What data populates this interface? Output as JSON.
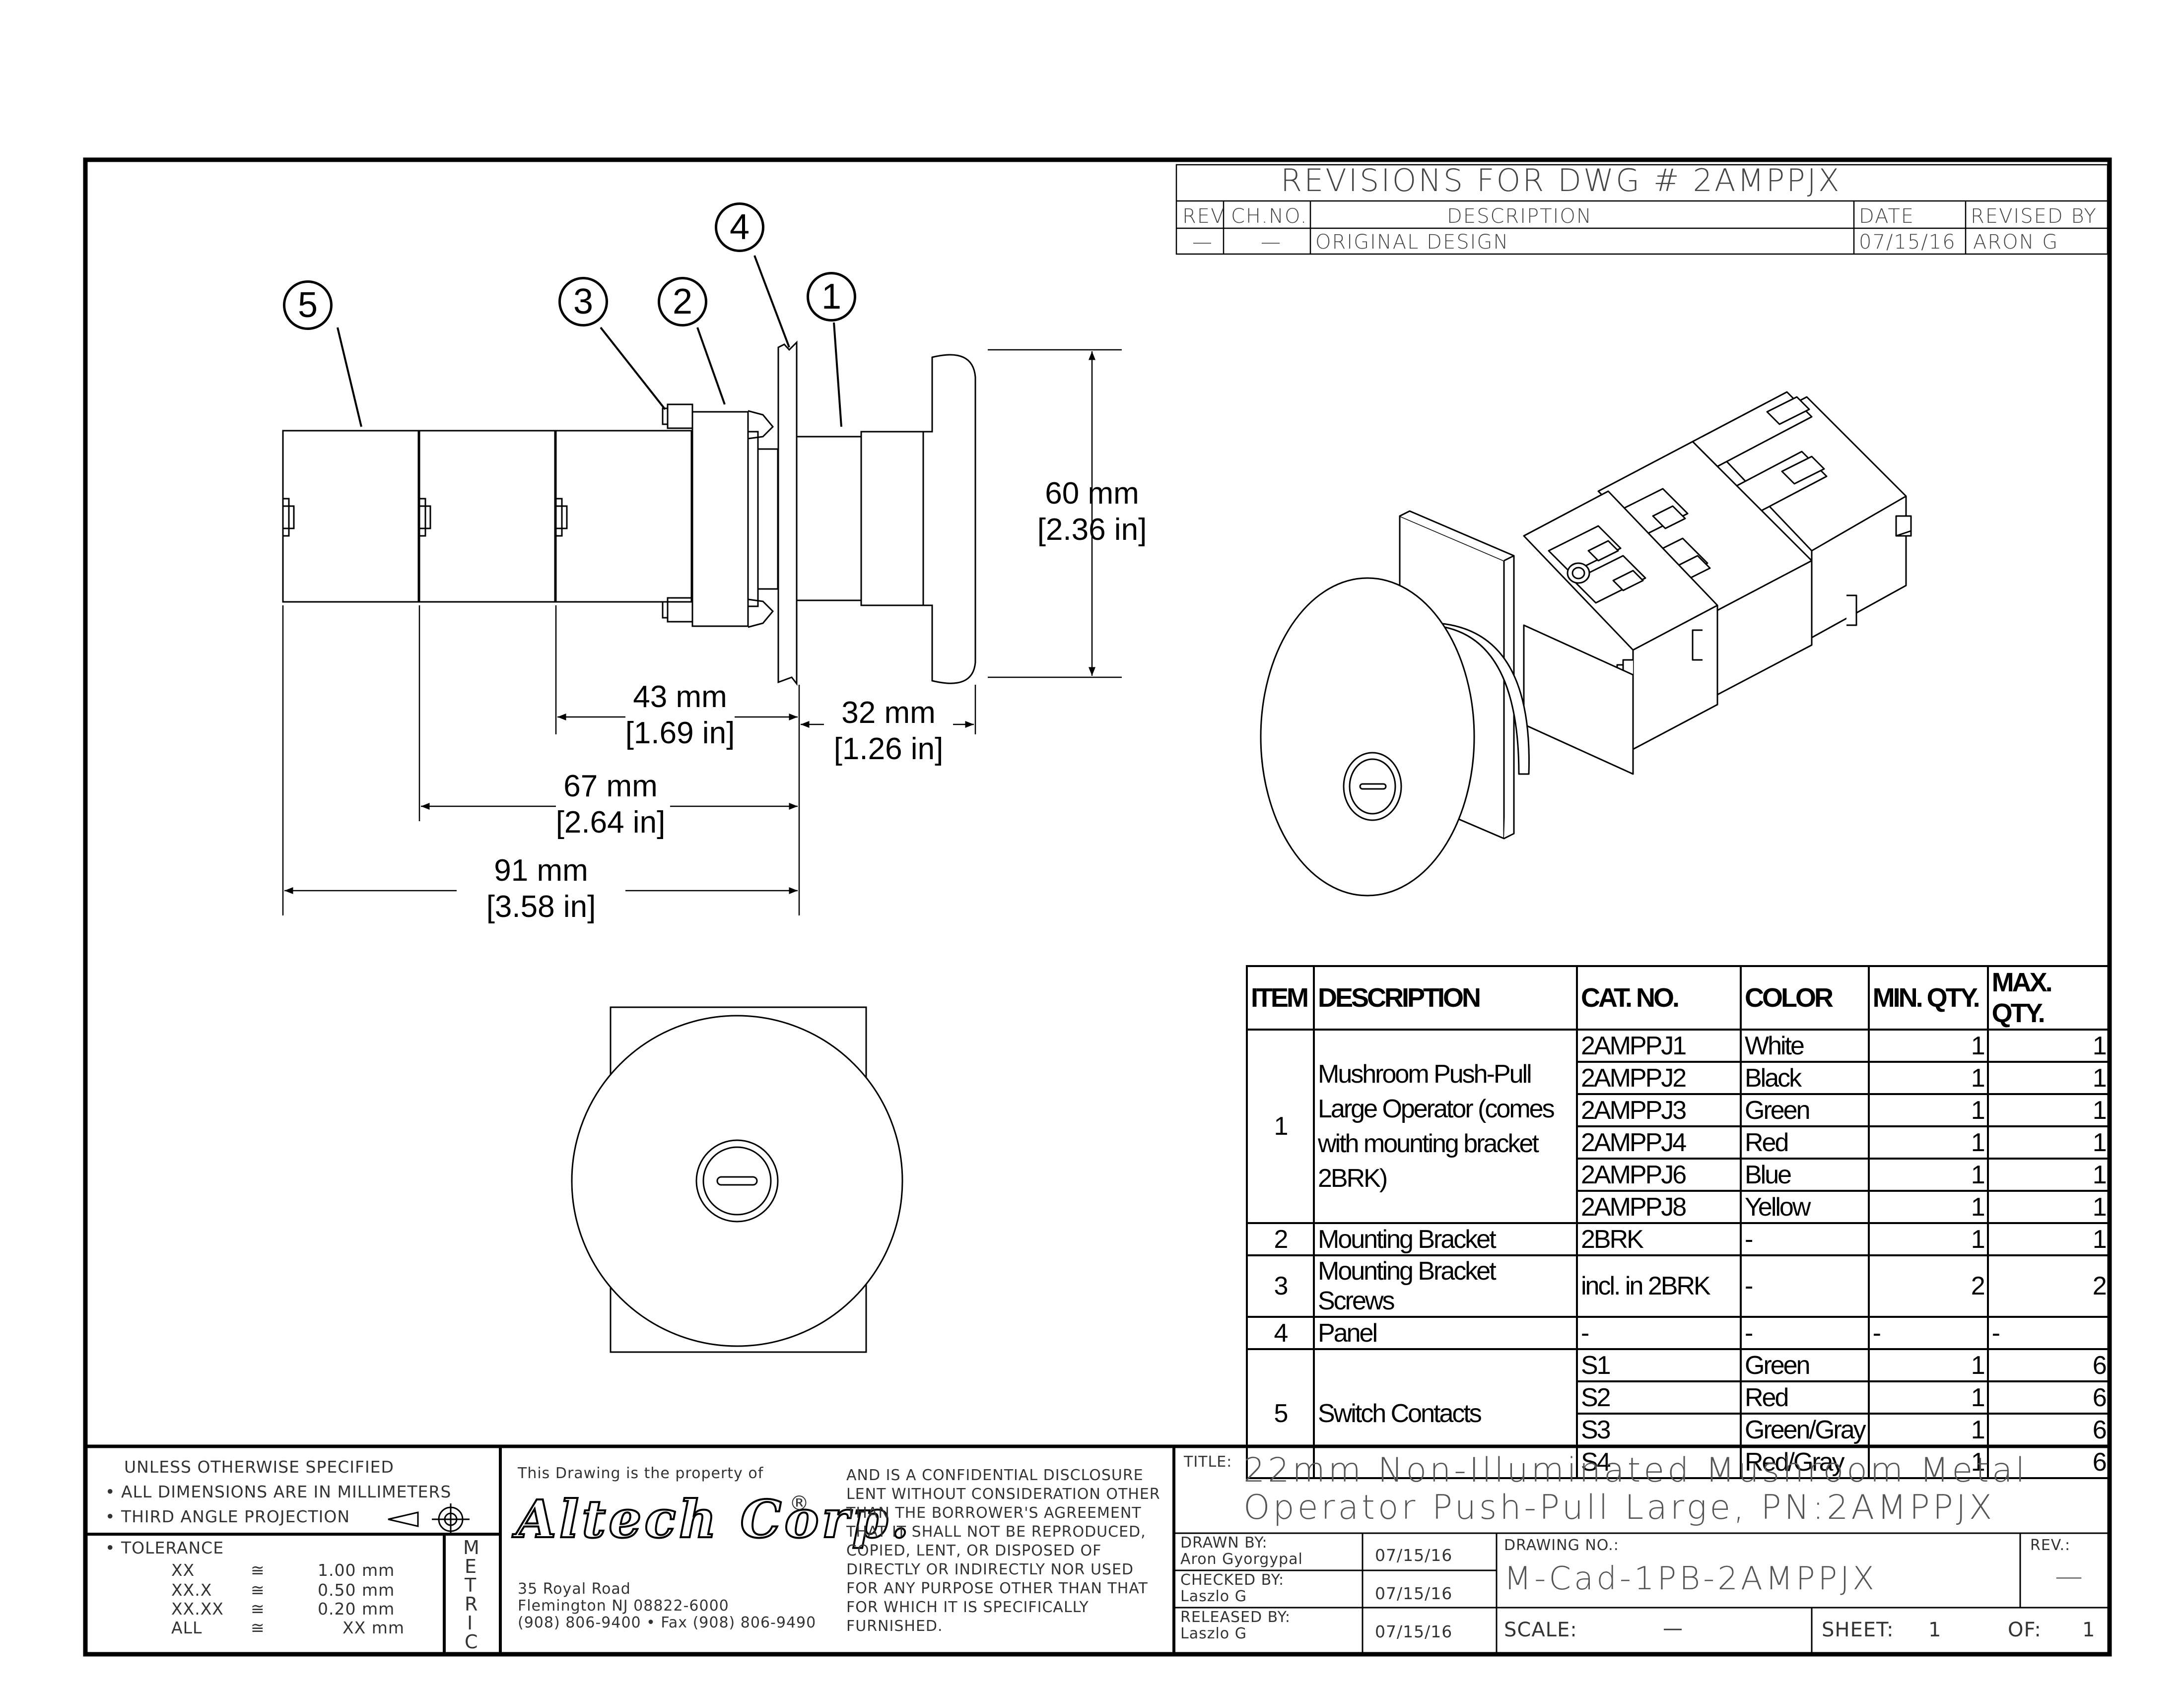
{
  "revisions": {
    "title": "REVISIONS FOR DWG # 2AMPPJX",
    "headers": [
      "REV",
      "CH.NO.",
      "DESCRIPTION",
      "DATE",
      "REVISED BY"
    ],
    "rows": [
      [
        "—",
        "—",
        "ORIGINAL DESIGN",
        "07/15/16",
        "ARON G"
      ]
    ]
  },
  "balloons": [
    "1",
    "2",
    "3",
    "4",
    "5"
  ],
  "dimensions": {
    "height_mm": "60 mm",
    "height_in": "[2.36 in]",
    "d43_mm": "43 mm",
    "d43_in": "[1.69 in]",
    "d32_mm": "32 mm",
    "d32_in": "[1.26 in]",
    "d67_mm": "67 mm",
    "d67_in": "[2.64 in]",
    "d91_mm": "91 mm",
    "d91_in": "[3.58 in]"
  },
  "bom": {
    "headers": [
      "ITEM",
      "DESCRIPTION",
      "CAT. NO.",
      "COLOR",
      "MIN. QTY.",
      "MAX. QTY."
    ],
    "item1": {
      "item": "1",
      "description": "Mushroom Push-Pull Large Operator (comes with mounting bracket 2BRK)",
      "rows": [
        {
          "cat": "2AMPPJ1",
          "color": "White",
          "min": "1",
          "max": "1"
        },
        {
          "cat": "2AMPPJ2",
          "color": "Black",
          "min": "1",
          "max": "1"
        },
        {
          "cat": "2AMPPJ3",
          "color": "Green",
          "min": "1",
          "max": "1"
        },
        {
          "cat": "2AMPPJ4",
          "color": "Red",
          "min": "1",
          "max": "1"
        },
        {
          "cat": "2AMPPJ6",
          "color": "Blue",
          "min": "1",
          "max": "1"
        },
        {
          "cat": "2AMPPJ8",
          "color": "Yellow",
          "min": "1",
          "max": "1"
        }
      ]
    },
    "item2": {
      "item": "2",
      "description": "Mounting Bracket",
      "cat": "2BRK",
      "color": "-",
      "min": "1",
      "max": "1"
    },
    "item3": {
      "item": "3",
      "description": "Mounting Bracket Screws",
      "cat": "incl. in 2BRK",
      "color": "-",
      "min": "2",
      "max": "2"
    },
    "item4": {
      "item": "4",
      "description": "Panel",
      "cat": "-",
      "color": "-",
      "min": "-",
      "max": "-"
    },
    "item5": {
      "item": "5",
      "description": "Switch Contacts",
      "rows": [
        {
          "cat": "S1",
          "color": "Green",
          "min": "1",
          "max": "6"
        },
        {
          "cat": "S2",
          "color": "Red",
          "min": "1",
          "max": "6"
        },
        {
          "cat": "S3",
          "color": "Green/Gray",
          "min": "1",
          "max": "6"
        },
        {
          "cat": "S4",
          "color": "Red/Gray",
          "min": "1",
          "max": "6"
        }
      ]
    }
  },
  "titleblock": {
    "unless": "UNLESS OTHERWISE SPECIFIED",
    "bullet1": "• ALL DIMENSIONS ARE IN MILLIMETERS",
    "bullet2": "• THIRD ANGLE PROJECTION",
    "tolerance": "• TOLERANCE",
    "tol_rows": [
      {
        "fmt": "XX",
        "sym": "≅",
        "val": "1.00 mm"
      },
      {
        "fmt": "XX.X",
        "sym": "≅",
        "val": "0.50 mm"
      },
      {
        "fmt": "XX.XX",
        "sym": "≅",
        "val": "0.20 mm"
      },
      {
        "fmt": "ALL",
        "sym": "≅",
        "val": "XX mm"
      }
    ],
    "metric": [
      "M",
      "E",
      "T",
      "R",
      "I",
      "C"
    ],
    "property": "This Drawing is the property of",
    "company": "Altech Corp.",
    "registered": "®",
    "address1": "35 Royal Road",
    "address2": "Flemington NJ 08822-6000",
    "address3": "(908) 806-9400 • Fax (908) 806-9490",
    "disclosure": [
      "AND IS A CONFIDENTIAL DISCLOSURE",
      "LENT WITHOUT CONSIDERATION OTHER",
      "THAN THE BORROWER'S AGREEMENT",
      "THAT IT SHALL NOT BE REPRODUCED,",
      "COPIED, LENT, OR DISPOSED OF",
      "DIRECTLY OR INDIRECTLY NOR USED",
      "FOR ANY PURPOSE OTHER THAN THAT",
      "FOR WHICH IT IS SPECIFICALLY",
      "FURNISHED."
    ],
    "title_label": "TITLE:",
    "title_line1": "22mm Non-Illuminated Mushroom Metal",
    "title_line2": "Operator Push-Pull Large,    PN:2AMPPJX",
    "drawn_label": "DRAWN BY:",
    "drawn_name": "Aron Gyorgypal",
    "drawn_date": "07/15/16",
    "checked_label": "CHECKED BY:",
    "checked_name": "Laszlo G",
    "checked_date": "07/15/16",
    "released_label": "RELEASED BY:",
    "released_name": "Laszlo G",
    "released_date": "07/15/16",
    "drawing_no_label": "DRAWING NO.:",
    "drawing_no": "M-Cad-1PB-2AMPPJX",
    "rev_label": "REV.:",
    "rev": "—",
    "scale_label": "SCALE:",
    "scale": "—",
    "sheet_label": "SHEET:",
    "sheet": "1",
    "of_label": "OF:",
    "of": "1"
  }
}
